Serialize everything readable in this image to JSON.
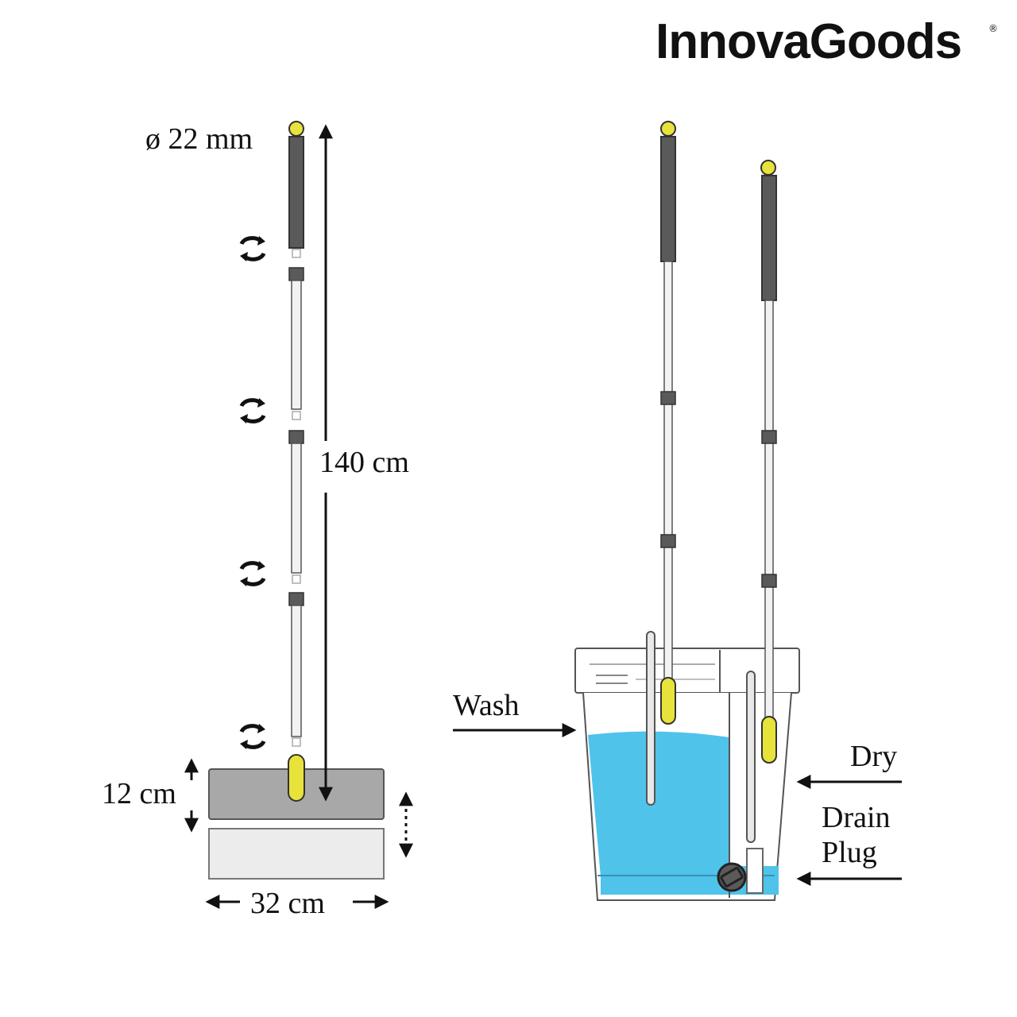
{
  "brand": {
    "name": "InnovaGoods",
    "registered_mark": "®"
  },
  "dimensions": {
    "diameter": "ø 22 mm",
    "height": "140 cm",
    "head_height": "12 cm",
    "head_width": "32 cm"
  },
  "bucket_labels": {
    "wash": "Wash",
    "dry": "Dry",
    "drain_line1": "Drain",
    "drain_line2": "Plug"
  },
  "icons": {
    "twist": "twist-lock-icon",
    "arrow": "arrow-icon"
  },
  "colors": {
    "handle_tip": "#e7e33a",
    "grip": "#5a5a5a",
    "water": "#4fc3ea",
    "mop_head": "#a8a8a8",
    "sponge": "#ececec",
    "bucket_outline": "#555555"
  }
}
